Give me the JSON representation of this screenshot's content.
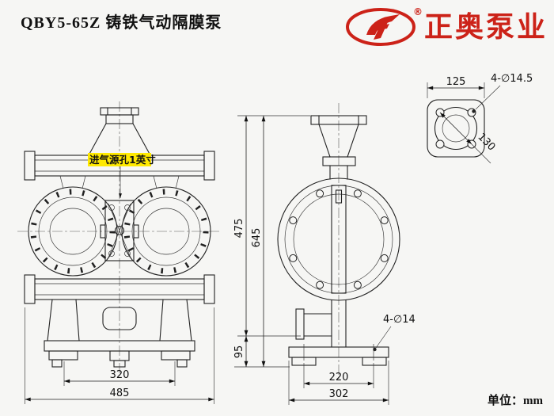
{
  "header": {
    "title": "QBY5-65Z 铸铁气动隔膜泵",
    "registered_mark": "®",
    "brand": "正奥泵业"
  },
  "colors": {
    "brand_red": "#cc2218",
    "highlight_yellow": "#ffe900",
    "line": "#222222"
  },
  "drawing": {
    "air_inlet_label": "进气源孔1英寸",
    "flange_detail": {
      "bolt_note": "4-∅14.5",
      "width": "125",
      "diagonal": "130"
    },
    "front_view": {
      "foot_span": "320",
      "overall_width": "485"
    },
    "side_view": {
      "bolt_note": "4-∅14",
      "bolt_span": "220",
      "base_width": "302"
    },
    "heights": {
      "body_height": "475",
      "overall_height": "645",
      "base_height": "95"
    }
  },
  "footer": {
    "unit_label": "单位：mm"
  }
}
